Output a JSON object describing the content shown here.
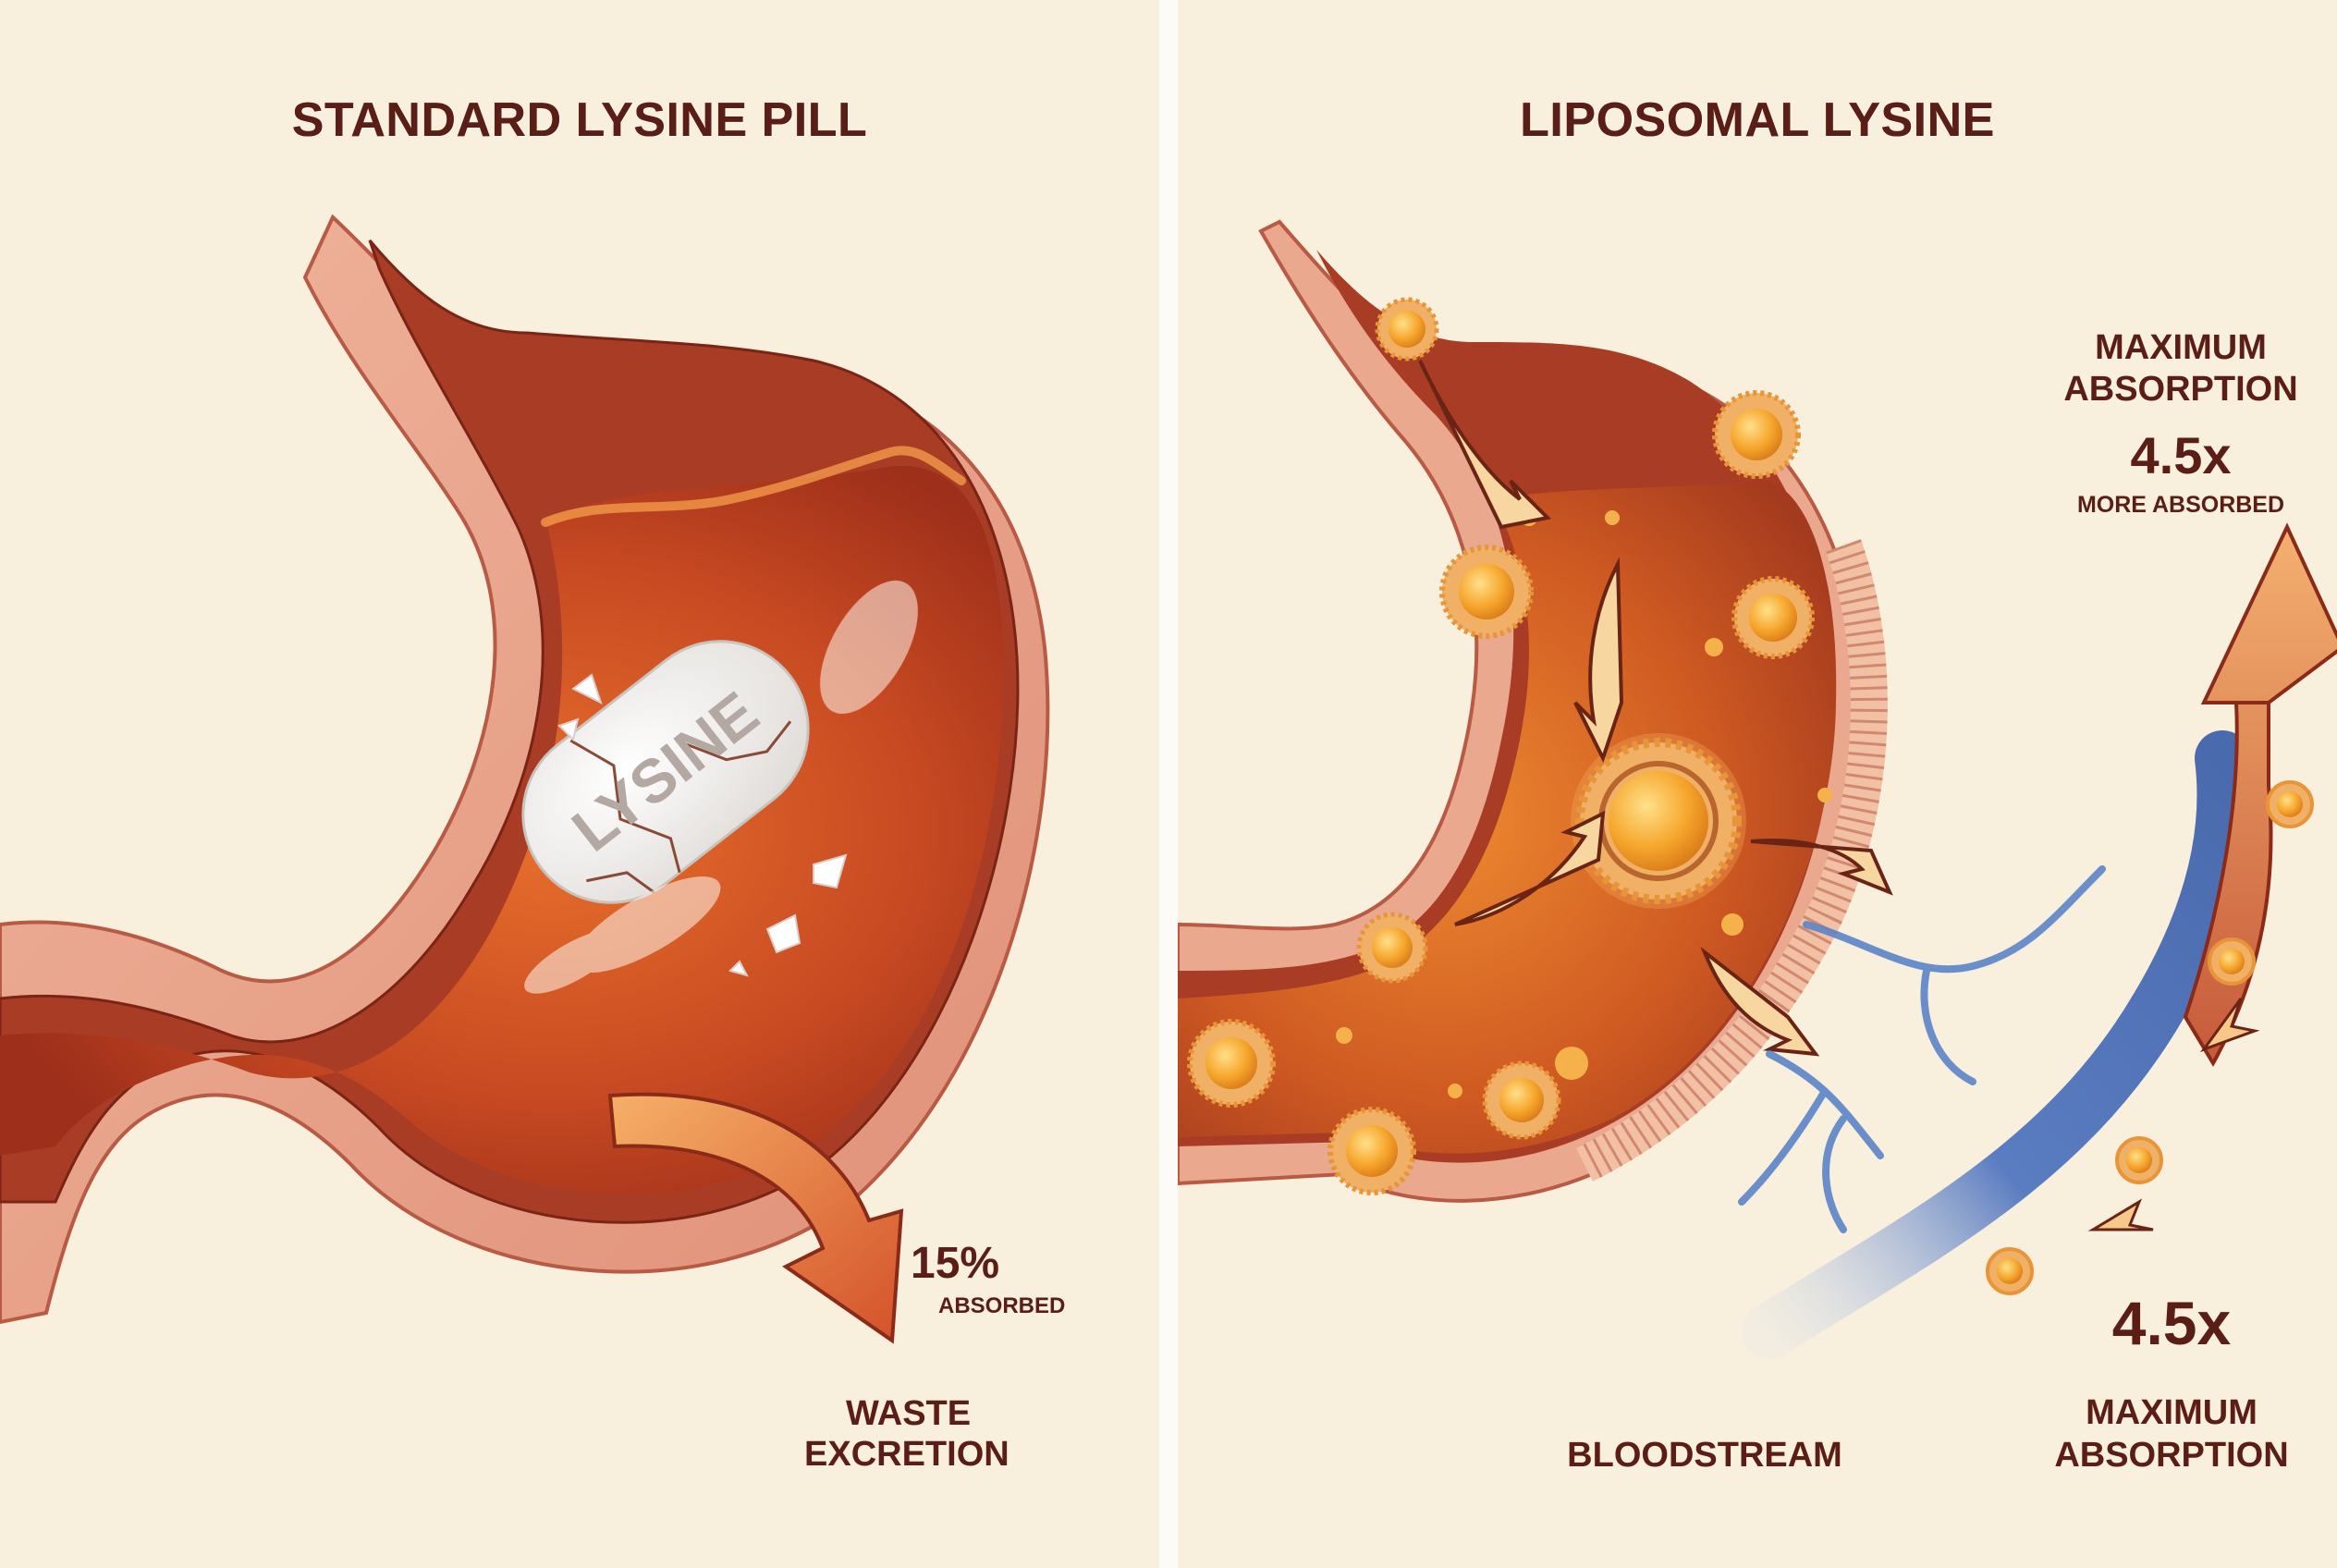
{
  "left_panel": {
    "title": "STANDARD LYSINE PILL",
    "pill_text": "LYSINE",
    "absorption_value": "15%",
    "absorption_caption": "ABSORBED",
    "waste_line1": "WASTE",
    "waste_line2": "EXCRETION"
  },
  "right_panel": {
    "title": "LIPOSOMAL LYSINE",
    "top_callout_line1": "MAXIMUM",
    "top_callout_line2": "ABSORPTION",
    "top_callout_value": "4.5x",
    "top_callout_caption": "MORE ABSORBED",
    "bottom_value": "4.5x",
    "bottom_caption_line1": "MAXIMUM",
    "bottom_caption_line2": "ABSORPTION",
    "bloodstream_label": "BLOODSTREAM"
  },
  "colors": {
    "background": "#f8efdd",
    "text": "#5a1e16",
    "stomach_wall": "#e8a48c",
    "stomach_inner": "#b8452a",
    "acid": "#d9581f",
    "liposome": "#f7a52a",
    "vessel": "#4f74b8",
    "arrow": "#f2a35a"
  },
  "icons": {
    "left_arrow": "curved-arrow-down-icon",
    "right_arrow": "curved-arrow-up-icon",
    "liposome": "liposome-icon",
    "pill": "pill-icon"
  }
}
